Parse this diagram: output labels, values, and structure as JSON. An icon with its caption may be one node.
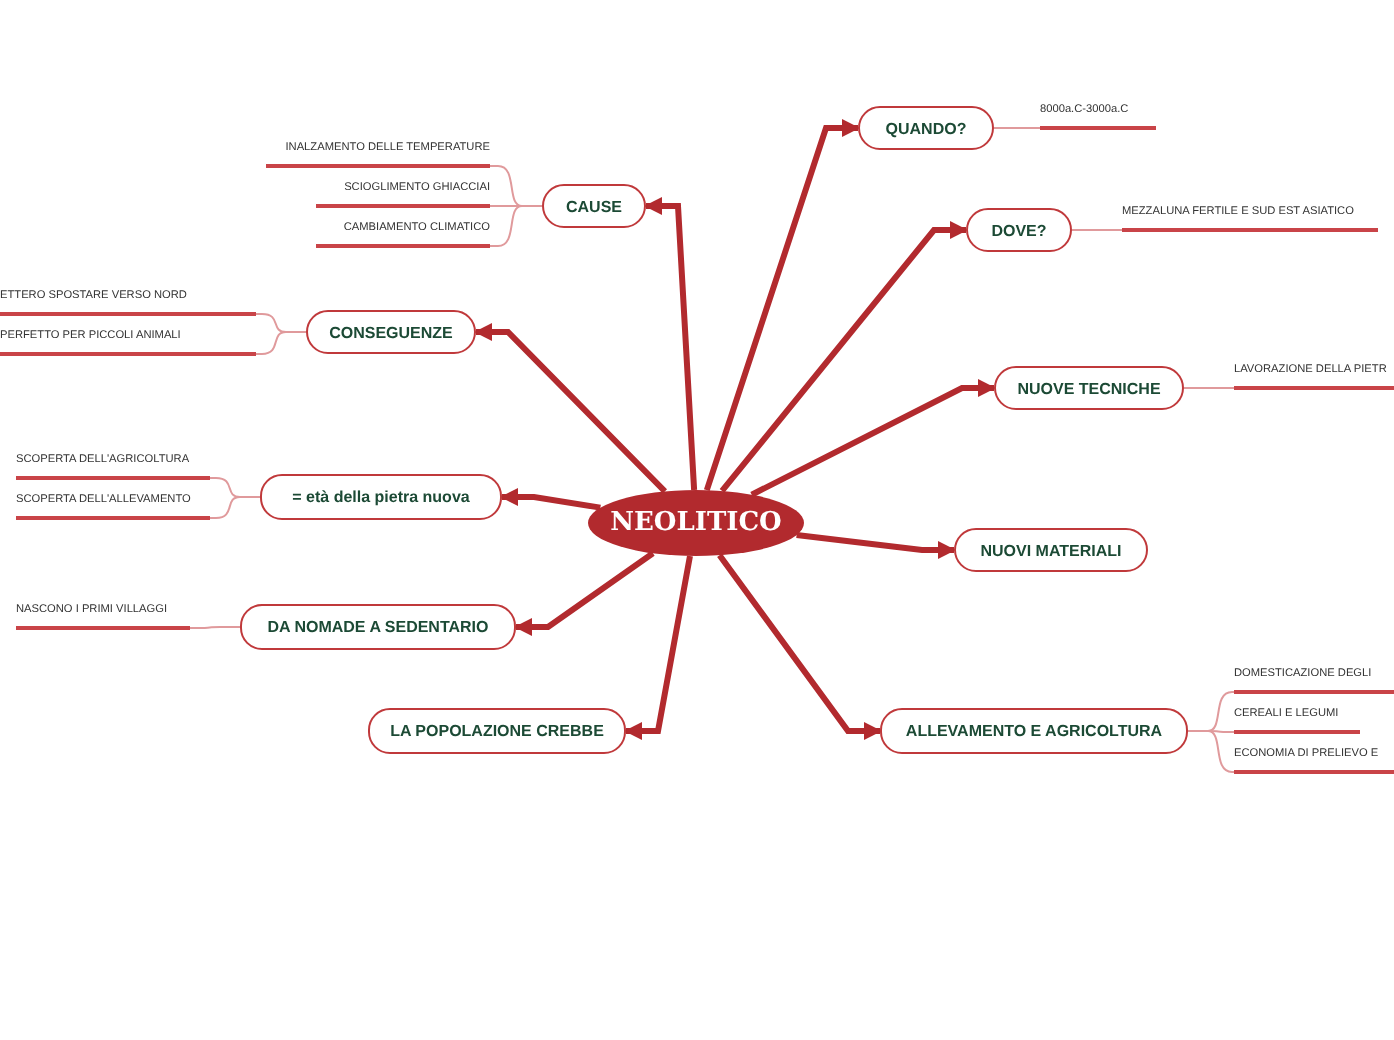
{
  "diagram": {
    "nodes": [
      {
        "text": [
          "NEOLITICO"
        ]
      },
      {
        "text": [
          "QUANDO?"
        ]
      },
      {
        "text": [
          "8000a.C-3000a.C"
        ]
      },
      {
        "text": [
          "CAUSE"
        ]
      },
      {
        "text": [
          "INALZAMENTO DELLE TEMPERATURE"
        ]
      },
      {
        "text": [
          "SCIOGLIMENTO GHIACCIAI"
        ]
      },
      {
        "text": [
          "CAMBIAMENTO CLIMATICO"
        ]
      },
      {
        "text": [
          "DOVE?"
        ]
      },
      {
        "text": [
          "MEZZALUNA FERTILE E SUD EST ASIATICO"
        ]
      },
      {
        "text": [
          "CONSEGUENZE"
        ]
      },
      {
        "text": [
          "ETTERO SPOSTARE VERSO NORD"
        ]
      },
      {
        "text": [
          "PERFETTO PER PICCOLI ANIMALI"
        ]
      },
      {
        "text": [
          "NUOVE TECNICHE"
        ]
      },
      {
        "text": [
          "LAVORAZIONE DELLA PIETR"
        ]
      },
      {
        "text": [
          "= età della pietra nuova"
        ]
      },
      {
        "text": [
          "SCOPERTA DELL'AGRICOLTURA"
        ]
      },
      {
        "text": [
          "SCOPERTA DELL'ALLEVAMENTO"
        ]
      },
      {
        "text": [
          "NUOVI MATERIALI"
        ]
      },
      {
        "text": [
          "DA NOMADE A SEDENTARIO"
        ]
      },
      {
        "text": [
          "NASCONO I PRIMI VILLAGGI"
        ]
      },
      {
        "text": [
          "ALLEVAMENTO E AGRICOLTURA"
        ]
      },
      {
        "text": [
          "DOMESTICAZIONE DEGLI"
        ]
      },
      {
        "text": [
          "CEREALI E LEGUMI"
        ]
      },
      {
        "text": [
          "ECONOMIA DI PRELIEVO E"
        ]
      },
      {
        "text": [
          "LA POPOLAZIONE CREBBE"
        ]
      }
    ],
    "edges": [
      {
        "from": 0,
        "to": 1,
        "arrow": "to",
        "style": "thick",
        "color": "#b22a2e"
      },
      {
        "from": 0,
        "to": 3,
        "arrow": "to",
        "style": "thick",
        "color": "#b22a2e"
      },
      {
        "from": 0,
        "to": 7,
        "arrow": "to",
        "style": "thick",
        "color": "#b22a2e"
      },
      {
        "from": 0,
        "to": 9,
        "arrow": "to",
        "style": "thick",
        "color": "#b22a2e"
      },
      {
        "from": 0,
        "to": 12,
        "arrow": "to",
        "style": "thick",
        "color": "#b22a2e"
      },
      {
        "from": 0,
        "to": 14,
        "arrow": "to",
        "style": "thick",
        "color": "#b22a2e"
      },
      {
        "from": 0,
        "to": 17,
        "arrow": "to",
        "style": "thick",
        "color": "#b22a2e"
      },
      {
        "from": 0,
        "to": 18,
        "arrow": "to",
        "style": "thick",
        "color": "#b22a2e"
      },
      {
        "from": 0,
        "to": 20,
        "arrow": "to",
        "style": "thick",
        "color": "#b22a2e"
      },
      {
        "from": 0,
        "to": 24,
        "arrow": "to",
        "style": "thick",
        "color": "#b22a2e"
      },
      {
        "from": 1,
        "to": 2,
        "arrow": "none"
      },
      {
        "from": 3,
        "to": 4,
        "arrow": "none"
      },
      {
        "from": 3,
        "to": 5,
        "arrow": "none"
      },
      {
        "from": 3,
        "to": 6,
        "arrow": "none"
      },
      {
        "from": 7,
        "to": 8,
        "arrow": "none"
      },
      {
        "from": 9,
        "to": 10,
        "arrow": "none"
      },
      {
        "from": 9,
        "to": 11,
        "arrow": "none"
      },
      {
        "from": 12,
        "to": 13,
        "arrow": "none"
      },
      {
        "from": 14,
        "to": 15,
        "arrow": "none"
      },
      {
        "from": 14,
        "to": 16,
        "arrow": "none"
      },
      {
        "from": 18,
        "to": 19,
        "arrow": "none"
      },
      {
        "from": 20,
        "to": 21,
        "arrow": "none"
      },
      {
        "from": 20,
        "to": 22,
        "arrow": "none"
      },
      {
        "from": 20,
        "to": 23,
        "arrow": "none"
      }
    ]
  }
}
